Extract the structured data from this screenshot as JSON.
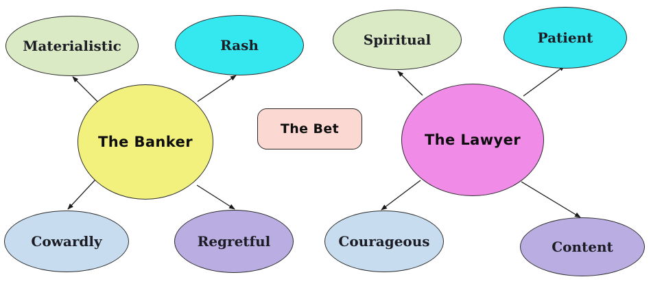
{
  "diagram": {
    "arrow_color": "#1a1a1a",
    "center": {
      "label": "The Bet",
      "fill": "#FBD8D1"
    },
    "characters": [
      {
        "id": "banker",
        "label": "The Banker",
        "fill": "#F2F17E"
      },
      {
        "id": "lawyer",
        "label": "The Lawyer",
        "fill": "#F08BE8"
      }
    ],
    "traits": [
      {
        "id": "materialistic",
        "label": "Materialistic",
        "fill": "#DAEAC4",
        "character": "banker"
      },
      {
        "id": "rash",
        "label": "Rash",
        "fill": "#35E7EF",
        "character": "banker"
      },
      {
        "id": "spiritual",
        "label": "Spiritual",
        "fill": "#DAEAC4",
        "character": "lawyer"
      },
      {
        "id": "patient",
        "label": "Patient",
        "fill": "#35E7EF",
        "character": "lawyer"
      },
      {
        "id": "cowardly",
        "label": "Cowardly",
        "fill": "#C7DDEF",
        "character": "banker"
      },
      {
        "id": "regretful",
        "label": "Regretful",
        "fill": "#B9ADE1",
        "character": "banker"
      },
      {
        "id": "courageous",
        "label": "Courageous",
        "fill": "#C7DDEF",
        "character": "lawyer"
      },
      {
        "id": "content",
        "label": "Content",
        "fill": "#B9ADE1",
        "character": "lawyer"
      }
    ]
  }
}
